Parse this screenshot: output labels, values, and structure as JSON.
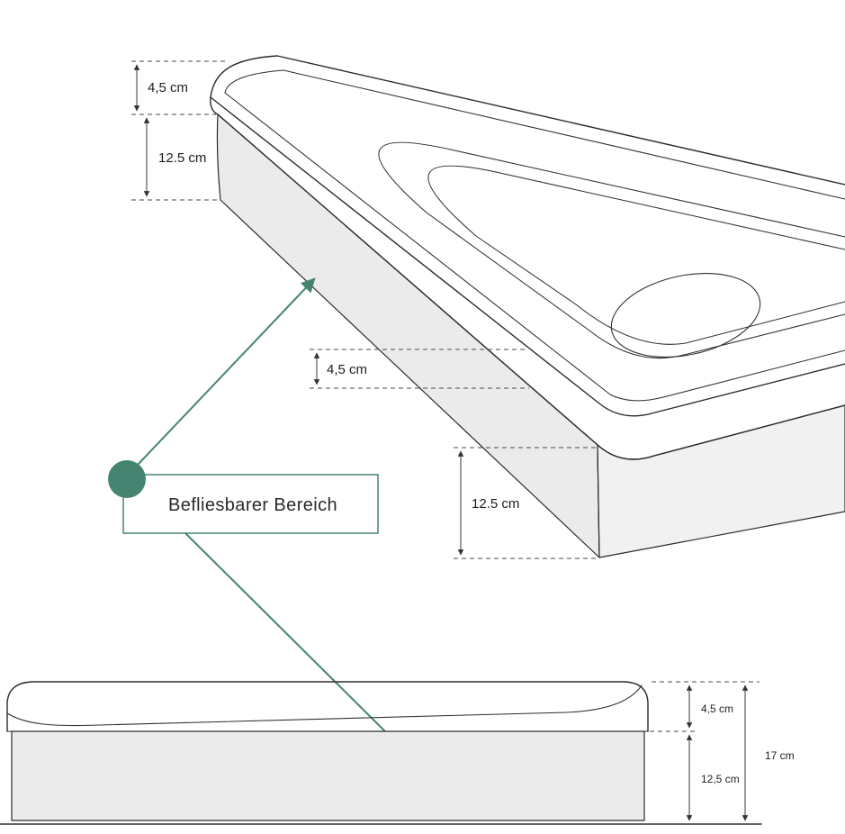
{
  "colors": {
    "accent": "#468471",
    "skirt_fill": "#ebebeb",
    "skirt_fill_side": "#f1f1f1",
    "elevation_skirt_fill": "#ebebeb"
  },
  "callout": {
    "label": "Befliesbarer Bereich"
  },
  "perspective_view": {
    "rim_height_label": "4,5 cm",
    "skirt_height_label": "12.5 cm",
    "rim_height_mid_label": "4,5 cm",
    "skirt_height_right_label": "12.5 cm"
  },
  "front_view": {
    "rim_height_label": "4,5 cm",
    "skirt_height_label": "12,5 cm",
    "total_height_label": "17 cm"
  }
}
